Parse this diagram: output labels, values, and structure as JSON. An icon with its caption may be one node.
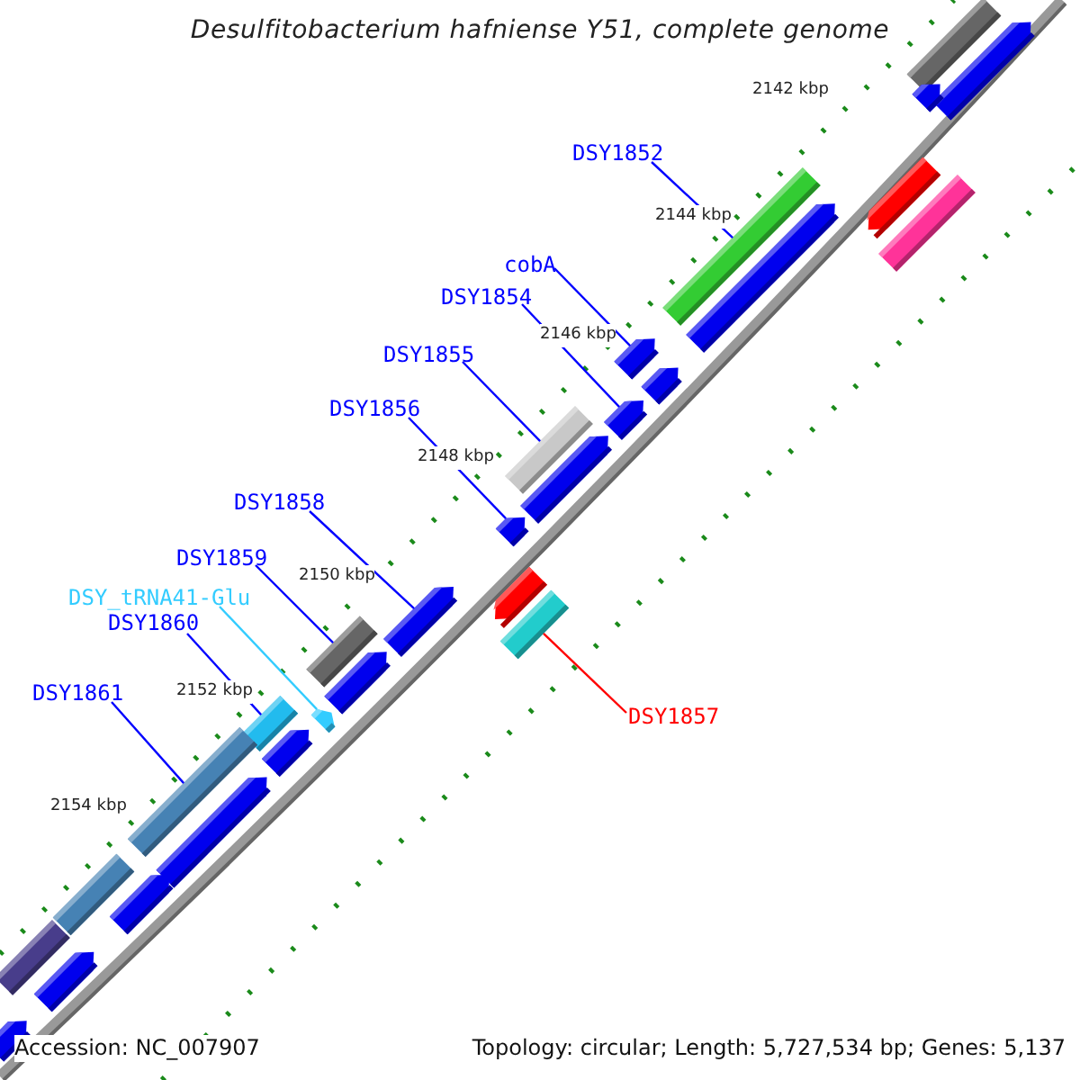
{
  "diagram": {
    "title": "Desulfitobacterium hafniense Y51, complete genome",
    "nodes": [
      {
        "text": [
          "DSY1852"
        ]
      },
      {
        "text": [
          "cobA"
        ]
      },
      {
        "text": [
          "DSY1854"
        ]
      },
      {
        "text": [
          "DSY1855"
        ]
      },
      {
        "text": [
          "DSY1856"
        ]
      },
      {
        "text": [
          "DSY1858"
        ]
      },
      {
        "text": [
          "DSY1859"
        ]
      },
      {
        "text": [
          "DSY_tRNA41-Glu"
        ]
      },
      {
        "text": [
          "DSY1860"
        ]
      },
      {
        "text": [
          "DSY1861"
        ]
      },
      {
        "text": [
          "DSY1857"
        ]
      },
      {
        "text": [],
        "shape": "bar"
      },
      {
        "text": [],
        "shape": "arrow"
      },
      {
        "text": [],
        "shape": "arrow"
      },
      {
        "text": [],
        "shape": "bar"
      },
      {
        "text": [],
        "shape": "arrow"
      },
      {
        "text": [],
        "shape": "arrow"
      },
      {
        "text": [],
        "shape": "bar"
      },
      {
        "text": [],
        "shape": "arrow"
      },
      {
        "text": [],
        "shape": "bar"
      },
      {
        "text": [],
        "shape": "bar"
      },
      {
        "text": [],
        "shape": "bar"
      },
      {
        "text": [],
        "shape": "bar"
      },
      {
        "text": [],
        "shape": "arrow"
      },
      {
        "text": [],
        "shape": "arrow"
      },
      {
        "text": [],
        "shape": "arrow"
      },
      {
        "text": [],
        "shape": "bar"
      },
      {
        "text": [],
        "shape": "arrow"
      },
      {
        "text": [],
        "shape": "arrow"
      },
      {
        "text": [],
        "shape": "arrow"
      },
      {
        "text": [],
        "shape": "arrow"
      },
      {
        "text": [],
        "shape": "arrow"
      },
      {
        "text": [],
        "shape": "arrow"
      },
      {
        "text": [],
        "shape": "arrow"
      },
      {
        "text": [],
        "shape": "bar"
      },
      {
        "text": [],
        "shape": "arrow"
      },
      {
        "text": [],
        "shape": "bar"
      },
      {
        "text": [],
        "shape": "arrow"
      },
      {
        "text": [],
        "shape": "arrow"
      }
    ],
    "edges": [
      {
        "from": 0,
        "to": 11,
        "arrow": "none"
      },
      {
        "from": 1,
        "to": 12,
        "arrow": "none"
      },
      {
        "from": 2,
        "to": 13,
        "arrow": "none"
      },
      {
        "from": 3,
        "to": 14,
        "arrow": "none"
      },
      {
        "from": 4,
        "to": 15,
        "arrow": "none"
      },
      {
        "from": 5,
        "to": 16,
        "arrow": "none"
      },
      {
        "from": 6,
        "to": 17,
        "arrow": "none"
      },
      {
        "from": 7,
        "to": 18,
        "arrow": "none",
        "color": "#33ccff"
      },
      {
        "from": 8,
        "to": 19,
        "arrow": "none"
      },
      {
        "from": 9,
        "to": 20,
        "arrow": "none"
      },
      {
        "from": 10,
        "to": 21,
        "arrow": "none",
        "color": "#ff0000"
      }
    ],
    "labels": [
      "2142 kbp",
      "2144 kbp",
      "2146 kbp",
      "2148 kbp",
      "2150 kbp",
      "2152 kbp",
      "2154 kbp",
      "Accession: NC_007907",
      "Topology: circular; Length: 5,727,534 bp; Genes: 5,137"
    ]
  }
}
